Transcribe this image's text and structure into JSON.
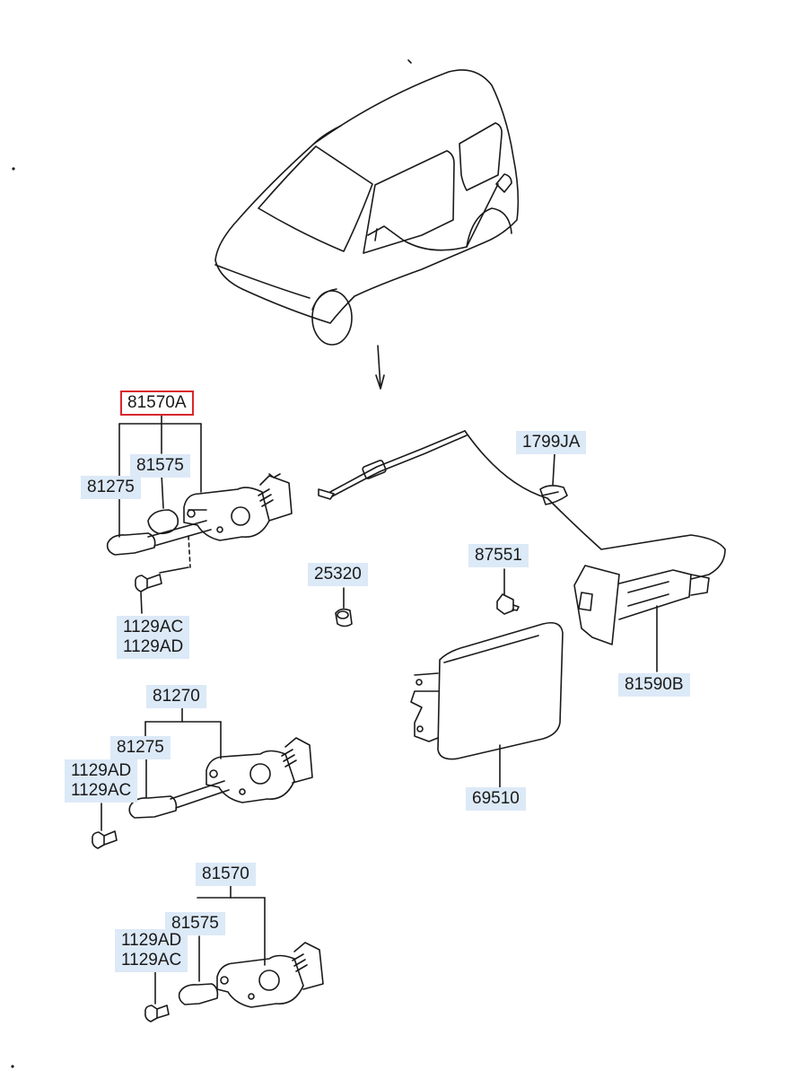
{
  "colors": {
    "label_bg": "#dce9f7",
    "highlight_border": "#d9262c",
    "line": "#1a1a1a"
  },
  "labels": {
    "l81570A": "81570A",
    "l81575_top": "81575",
    "l81275_top": "81275",
    "l1129AC_top": "1129AC",
    "l1129AD_top": "1129AD",
    "l81270": "81270",
    "l81275_mid": "81275",
    "l1129AD_mid": "1129AD",
    "l1129AC_mid": "1129AC",
    "l81570": "81570",
    "l81575_bot": "81575",
    "l1129AD_bot": "1129AD",
    "l1129AC_bot": "1129AC",
    "l25320": "25320",
    "l87551": "87551",
    "l1799JA": "1799JA",
    "l81590B": "81590B",
    "l69510": "69510"
  },
  "selected_part": "81570A"
}
